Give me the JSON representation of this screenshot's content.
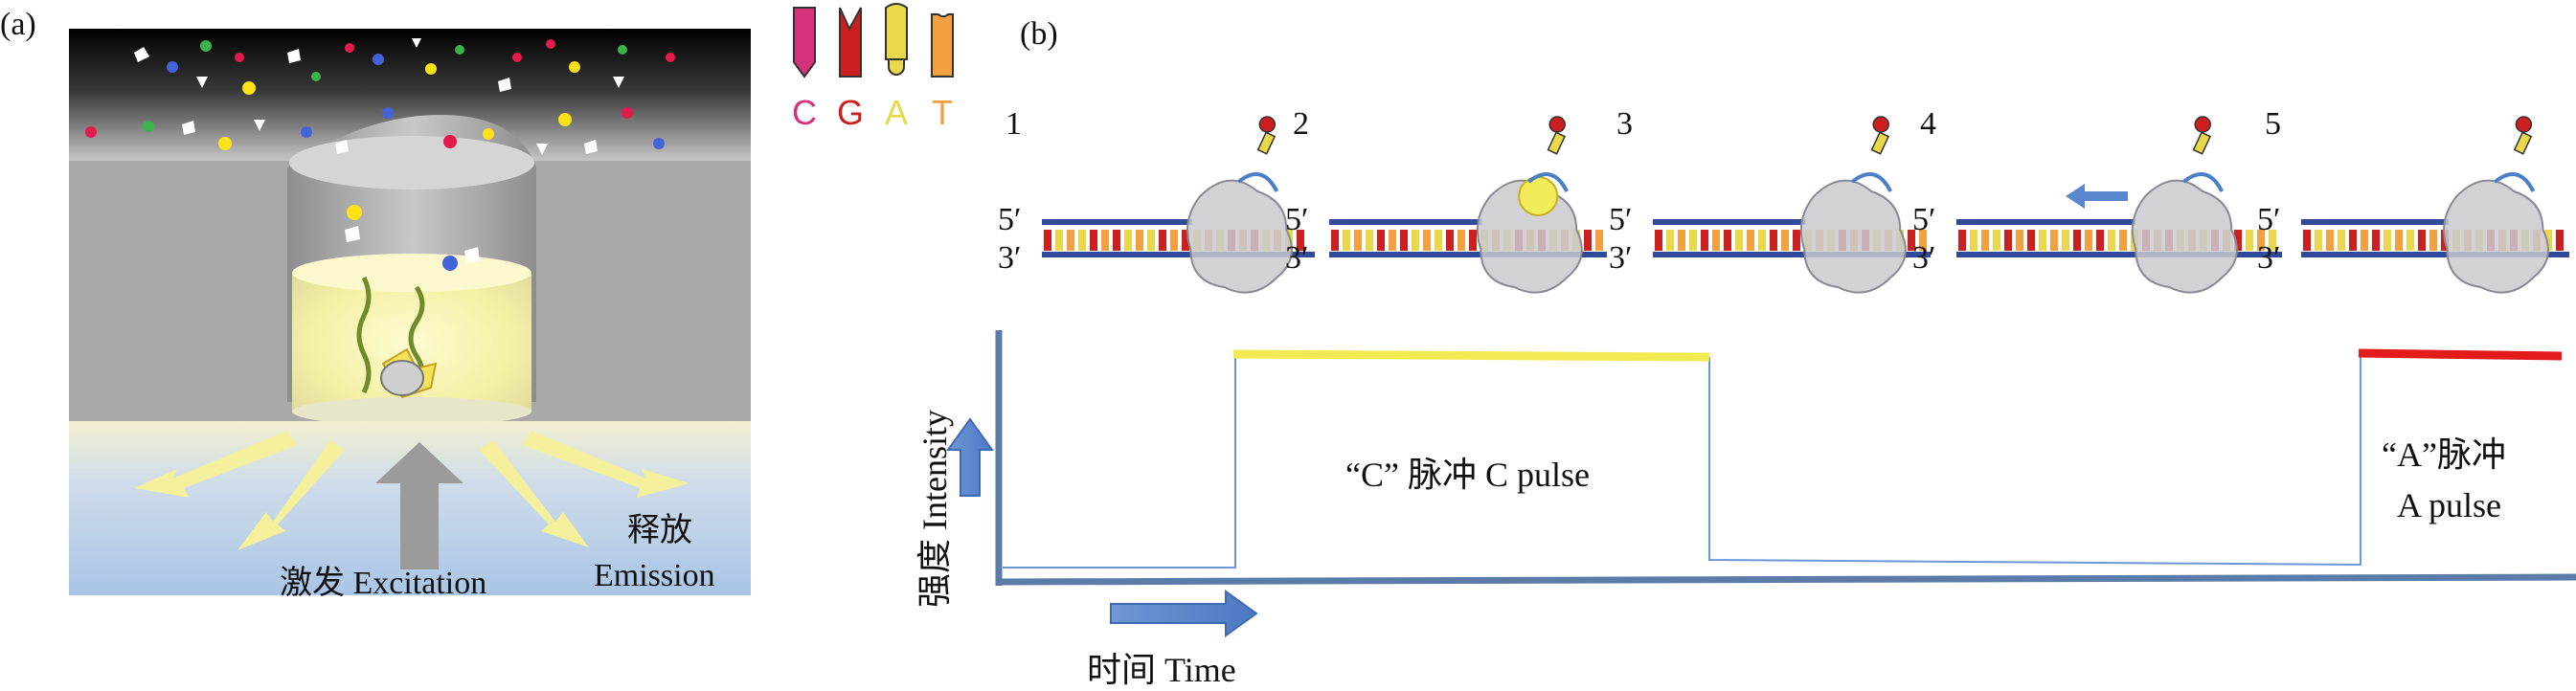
{
  "panel_a": {
    "label": "(a)",
    "excitation_label": "激发 Excitation",
    "emission_label_cn": "释放",
    "emission_label_en": "Emission"
  },
  "legend": {
    "letters": [
      "C",
      "G",
      "A",
      "T"
    ],
    "colors": [
      "#d6317a",
      "#cc1f1f",
      "#e9d84a",
      "#f2a040"
    ]
  },
  "panel_b": {
    "label": "(b)",
    "steps": [
      {
        "num": "1",
        "end5": "5′",
        "end3": "3′"
      },
      {
        "num": "2",
        "end5": "5′",
        "end3": "3′"
      },
      {
        "num": "3",
        "end5": "5′",
        "end3": "3′"
      },
      {
        "num": "4",
        "end5": "5′",
        "end3": "3′"
      },
      {
        "num": "5",
        "end5": "5′",
        "end3": "3′"
      }
    ],
    "c_pulse_label": "“C” 脉冲 C pulse",
    "a_pulse_label_1": "“A”脉冲",
    "a_pulse_label_2": "A pulse",
    "y_axis_label": "强度 Intensity",
    "x_axis_label": "时间 Time",
    "c_pulse_color": "#f2ea53",
    "a_pulse_color": "#e31b1b",
    "axis_color": "#5b7ba8"
  }
}
